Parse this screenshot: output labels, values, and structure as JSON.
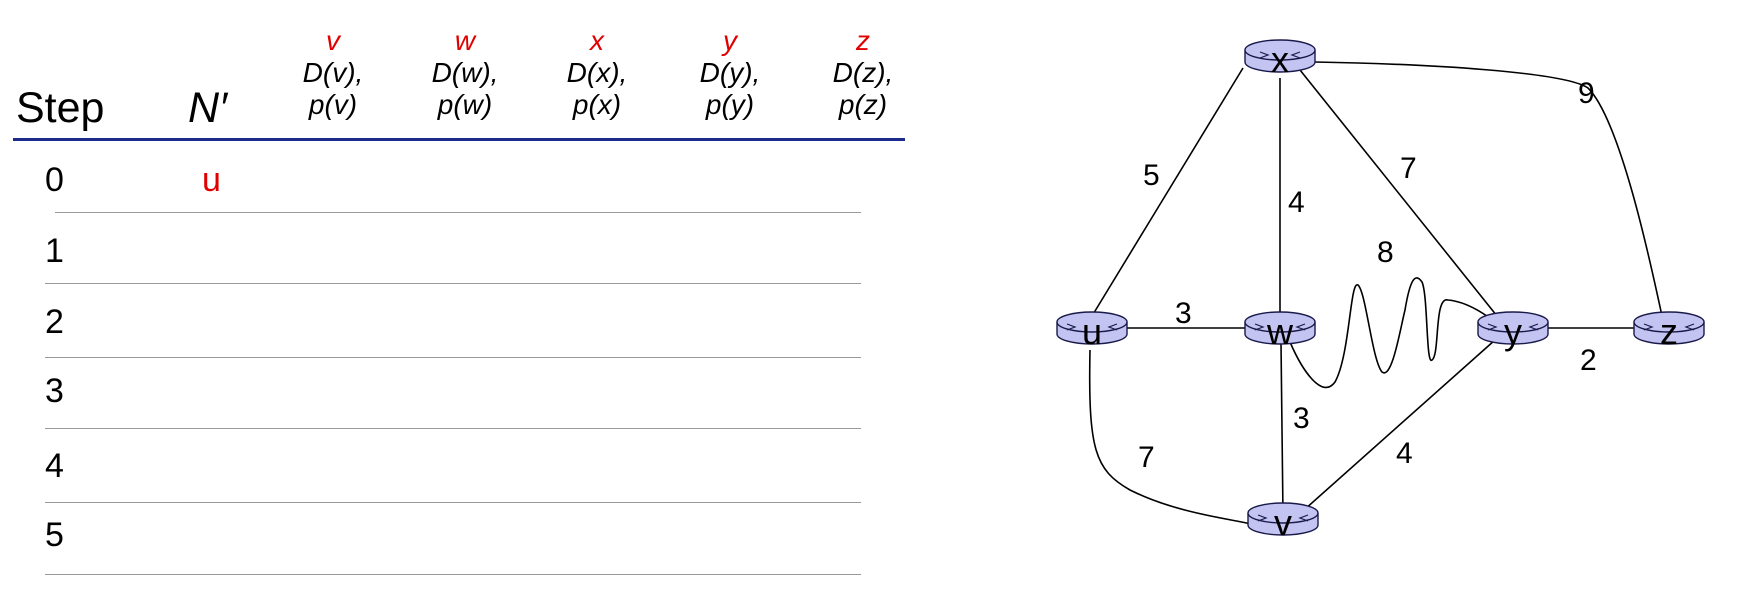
{
  "table": {
    "headers": {
      "step": "Step",
      "nprime": "N′",
      "columns": [
        {
          "var": "v",
          "d": "D(v),",
          "p": "p(v)"
        },
        {
          "var": "w",
          "d": "D(w),",
          "p": "p(w)"
        },
        {
          "var": "x",
          "d": "D(x),",
          "p": "p(x)"
        },
        {
          "var": "y",
          "d": "D(y),",
          "p": "p(y)"
        },
        {
          "var": "z",
          "d": "D(z),",
          "p": "p(z)"
        }
      ]
    },
    "rows": [
      {
        "step": "0",
        "nprime": "u"
      },
      {
        "step": "1",
        "nprime": ""
      },
      {
        "step": "2",
        "nprime": ""
      },
      {
        "step": "3",
        "nprime": ""
      },
      {
        "step": "4",
        "nprime": ""
      },
      {
        "step": "5",
        "nprime": ""
      }
    ]
  },
  "graph": {
    "nodes": [
      {
        "id": "x",
        "label": "x"
      },
      {
        "id": "u",
        "label": "u"
      },
      {
        "id": "w",
        "label": "w"
      },
      {
        "id": "y",
        "label": "y"
      },
      {
        "id": "z",
        "label": "z"
      },
      {
        "id": "v",
        "label": "v"
      }
    ],
    "edges": [
      {
        "from": "u",
        "to": "x",
        "cost": "5"
      },
      {
        "from": "u",
        "to": "w",
        "cost": "3"
      },
      {
        "from": "u",
        "to": "v",
        "cost": "7"
      },
      {
        "from": "x",
        "to": "w",
        "cost": "4"
      },
      {
        "from": "x",
        "to": "y",
        "cost": "7"
      },
      {
        "from": "x",
        "to": "z",
        "cost": "9"
      },
      {
        "from": "w",
        "to": "y",
        "cost": "8"
      },
      {
        "from": "w",
        "to": "v",
        "cost": "3"
      },
      {
        "from": "v",
        "to": "y",
        "cost": "4"
      },
      {
        "from": "y",
        "to": "z",
        "cost": "2"
      }
    ],
    "colors": {
      "node_fill": "#c4c4f2",
      "node_stroke": "#1a1a4a",
      "edge": "#000000"
    }
  }
}
